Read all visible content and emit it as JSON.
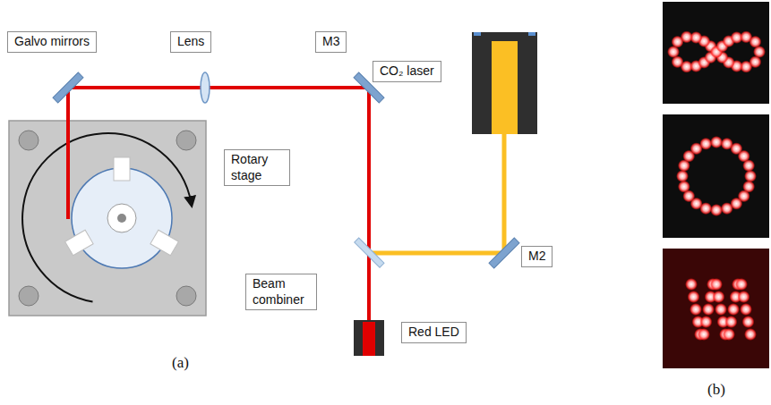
{
  "diagram": {
    "nodes": [
      {
        "text": [
          "Galvo mirrors"
        ]
      },
      {
        "text": [
          "Lens"
        ]
      },
      {
        "text": [
          "M3"
        ]
      },
      {
        "text": [
          "CO₂ laser"
        ]
      },
      {
        "text": [
          "Rotary stage"
        ]
      },
      {
        "text": [
          "Beam combiner"
        ]
      },
      {
        "text": [
          "M2"
        ]
      },
      {
        "text": [
          "Red LED"
        ]
      }
    ],
    "labels": [
      "(a)",
      "(b)"
    ]
  }
}
